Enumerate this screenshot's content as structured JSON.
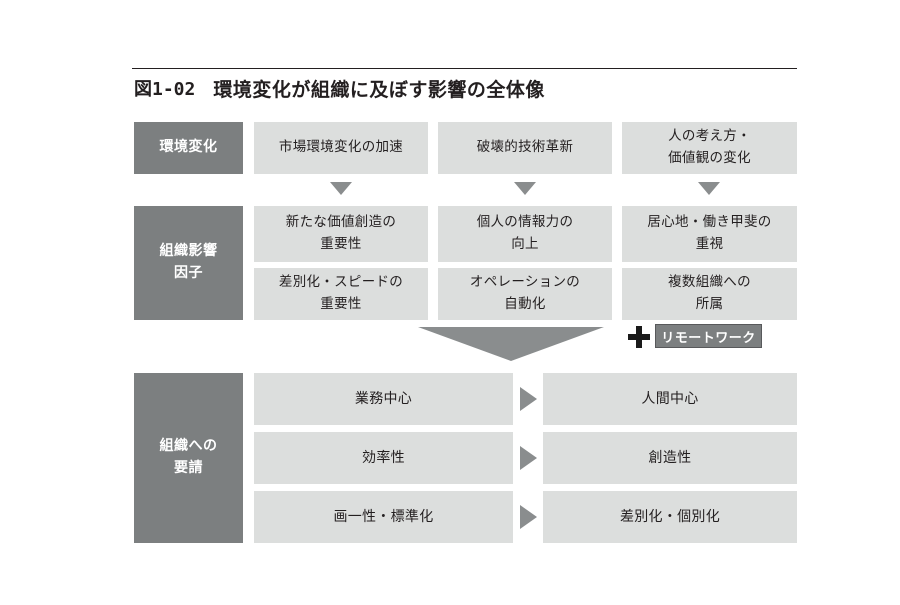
{
  "figure": {
    "number": "図1-02",
    "title": "環境変化が組織に及ぼす影響の全体像"
  },
  "colors": {
    "label_box": "#7c7f80",
    "cell_box": "#dcdedd",
    "arrow": "#8a8d8e",
    "text": "#231f20",
    "badge_text": "#ffffff",
    "plus": "#1a1a1a",
    "page": "#ffffff"
  },
  "sections": {
    "environment": {
      "label": "環境変化",
      "items": [
        "市場環境変化の加速",
        "破壊的技術革新",
        "人の考え方・\n価値観の変化"
      ]
    },
    "impact_factors": {
      "label": "組織影響\n因子",
      "rows": [
        [
          "新たな価値創造の\n重要性",
          "個人の情報力の\n向上",
          "居心地・働き甲斐の\n重視"
        ],
        [
          "差別化・スピードの\n重要性",
          "オペレーションの\n自動化",
          "複数組織への\n所属"
        ]
      ]
    },
    "addition": {
      "plus_symbol": "+",
      "badge_label": "リモートワーク"
    },
    "demands": {
      "label": "組織への\n要請",
      "pairs": [
        {
          "from": "業務中心",
          "to": "人間中心"
        },
        {
          "from": "効率性",
          "to": "創造性"
        },
        {
          "from": "画一性・標準化",
          "to": "差別化・個別化"
        }
      ]
    }
  },
  "icons": {
    "down_triangle": "triangle-down",
    "right_triangle": "triangle-right",
    "funnel_arrow": "funnel-arrow-down",
    "plus": "plus-icon"
  }
}
